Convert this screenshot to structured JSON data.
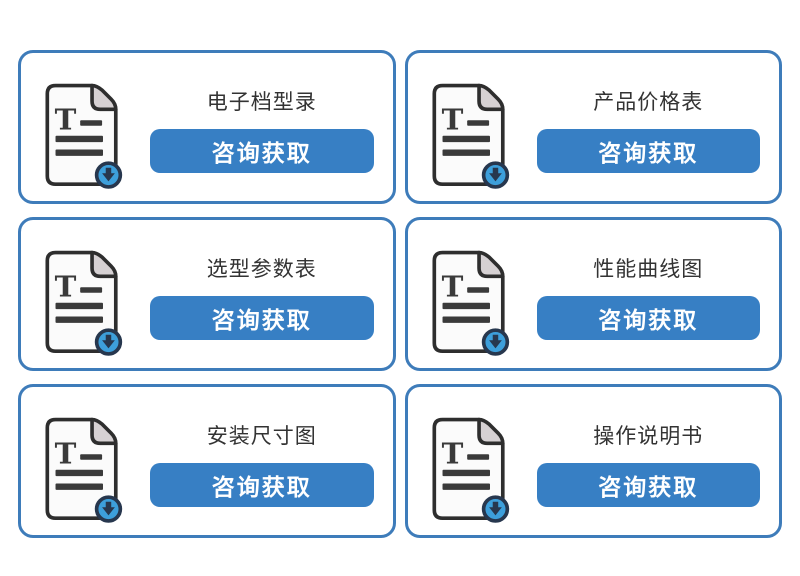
{
  "colors": {
    "page_bg": "#ffffff",
    "card_bg": "#ffffff",
    "card_border": "#3E7CBA",
    "button_bg": "#377FC4",
    "button_text": "#ffffff",
    "title_text": "#333333",
    "icon_outline": "#2E2E2E",
    "icon_paper": "#FBFBFB",
    "icon_fold": "#D6D1D3",
    "icon_text": "#3A3A3A",
    "icon_badge_fill": "#3D9FDB",
    "icon_badge_dark": "#27374E"
  },
  "cards": [
    {
      "title": "电子档型录",
      "button_label": "咨询获取"
    },
    {
      "title": "产品价格表",
      "button_label": "咨询获取"
    },
    {
      "title": "选型参数表",
      "button_label": "咨询获取"
    },
    {
      "title": "性能曲线图",
      "button_label": "咨询获取"
    },
    {
      "title": "安装尺寸图",
      "button_label": "咨询获取"
    },
    {
      "title": "操作说明书",
      "button_label": "咨询获取"
    }
  ]
}
